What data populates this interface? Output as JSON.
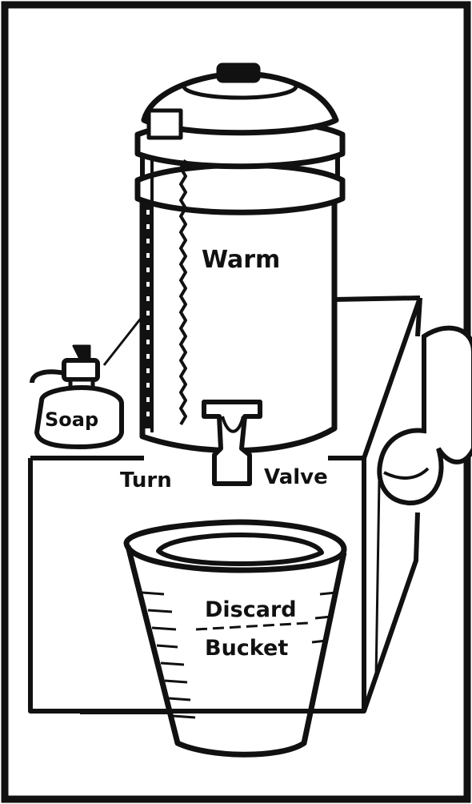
{
  "labels": {
    "warm": "Warm",
    "soap": "Soap",
    "turn": "Turn",
    "valve": "Valve",
    "discard": "Discard",
    "bucket": "Bucket"
  },
  "colors": {
    "ink": "#111111",
    "paper": "#ffffff"
  }
}
